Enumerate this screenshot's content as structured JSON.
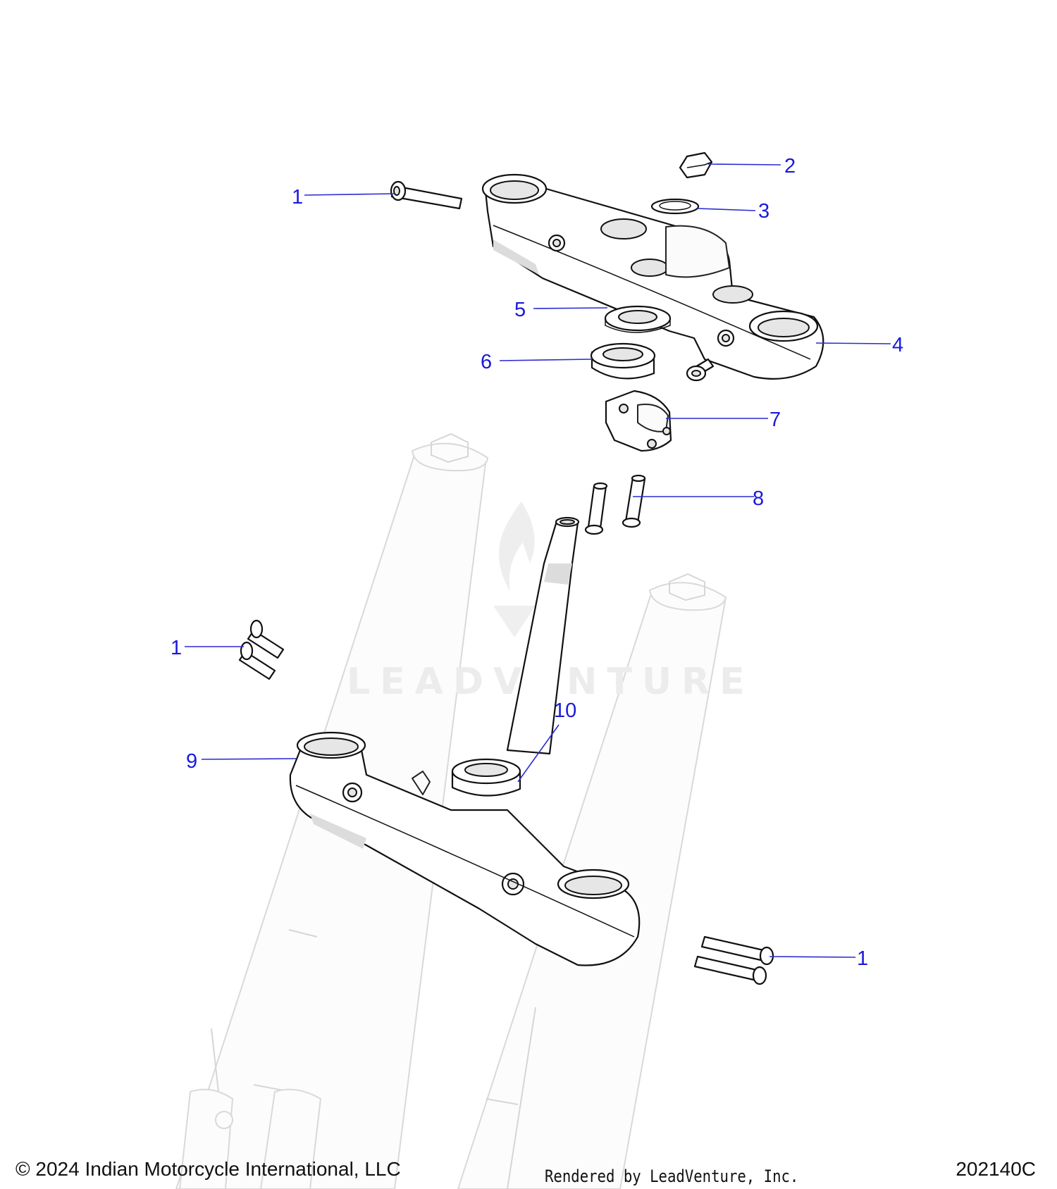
{
  "callouts": {
    "c1a": "1",
    "c2": "2",
    "c3": "3",
    "c4": "4",
    "c5": "5",
    "c6": "6",
    "c7": "7",
    "c8": "8",
    "c1b": "1",
    "c10": "10",
    "c9": "9",
    "c1c": "1"
  },
  "watermark": "LEADVENTURE",
  "footer": {
    "copyright": "© 2024 Indian Motorcycle International, LLC",
    "rendered_by": "Rendered by LeadVenture, Inc.",
    "diagram_id": "202140C"
  },
  "colors": {
    "callout": "#1a1adb",
    "leader": "#2b2bd0",
    "ghost_fork": "#d9d9d9"
  }
}
